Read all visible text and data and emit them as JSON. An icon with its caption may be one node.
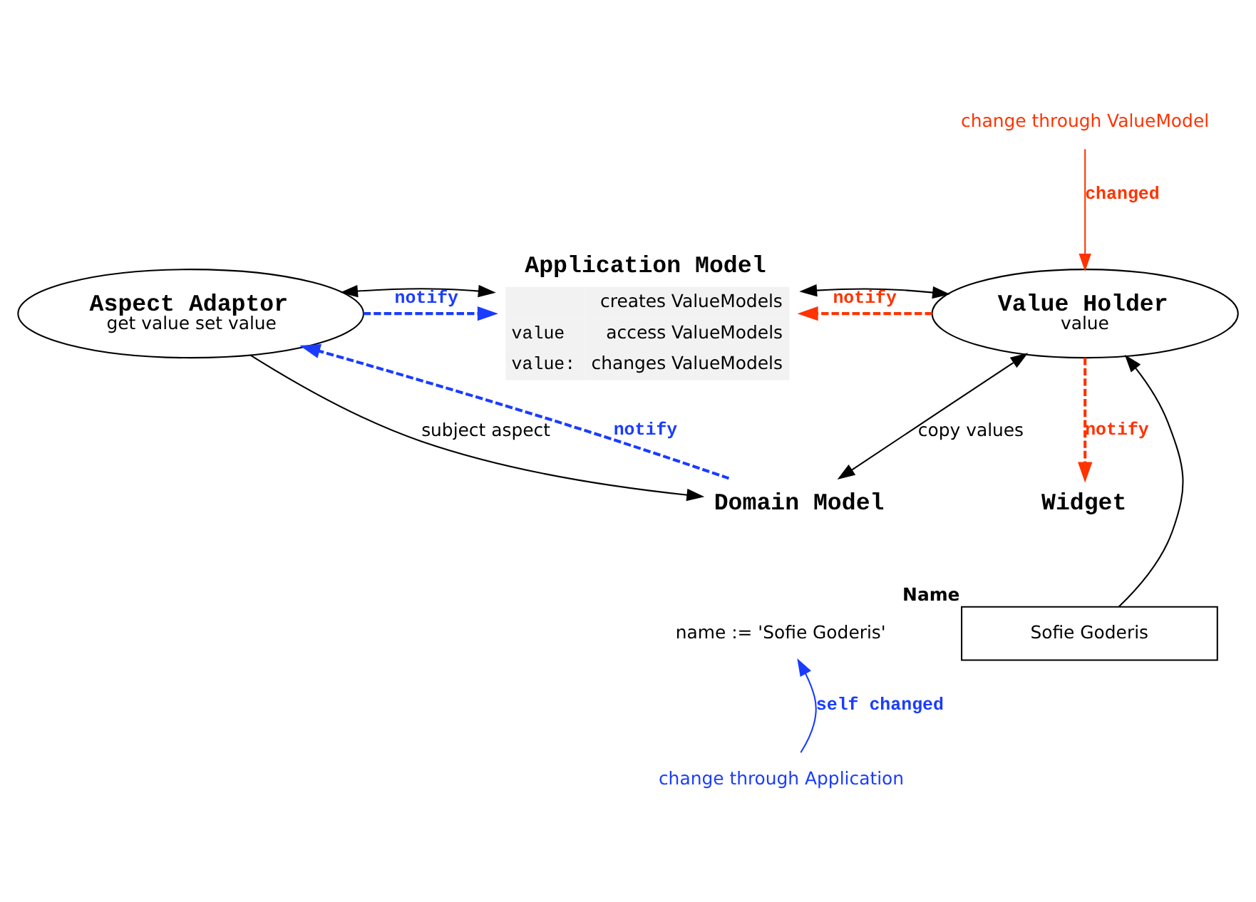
{
  "diagram": {
    "nodes": [
      {
        "text": [
          "Aspect Adaptor",
          "get value set value"
        ]
      },
      {
        "text": [
          "Application Model",
          "creates ValueModels",
          "value",
          "access ValueModels",
          "value:",
          "changes ValueModels"
        ]
      },
      {
        "text": [
          "Value Holder",
          "value"
        ]
      },
      {
        "text": [
          "change through ValueModel"
        ]
      },
      {
        "text": [
          "Domain Model"
        ]
      },
      {
        "text": [
          "name := 'Sofie Goderis'"
        ]
      },
      {
        "text": [
          "change through Application"
        ]
      },
      {
        "text": [
          "Widget"
        ]
      },
      {
        "text": [
          "Sofie Goderis"
        ],
        "beside": [
          "Name"
        ]
      }
    ],
    "edges": [
      {
        "from": 0,
        "to": 1,
        "arrow": "both"
      },
      {
        "from": 1,
        "to": 2,
        "arrow": "both"
      },
      {
        "from": 0,
        "to": 1,
        "arrow": "to",
        "label": "notify",
        "style": "dashed",
        "color": "#1a3cff"
      },
      {
        "from": 2,
        "to": 1,
        "arrow": "to",
        "label": "notify",
        "style": "dashed",
        "color": "#ff3300"
      },
      {
        "from": 2,
        "to": 7,
        "arrow": "to",
        "label": "notify",
        "style": "dashed",
        "color": "#ff3300"
      },
      {
        "from": 3,
        "to": 2,
        "arrow": "to",
        "label": "changed",
        "color": "#ff3300"
      },
      {
        "from": 0,
        "to": 4,
        "arrow": "to",
        "label": "subject aspect"
      },
      {
        "from": 4,
        "to": 0,
        "arrow": "to",
        "label": "notify",
        "style": "dashed",
        "color": "#1a3cff"
      },
      {
        "from": 2,
        "to": 4,
        "arrow": "both",
        "label": "copy values"
      },
      {
        "from": 8,
        "to": 2,
        "arrow": "to"
      },
      {
        "from": 6,
        "to": 5,
        "arrow": "to",
        "label": "self changed",
        "color": "#1a3cff"
      }
    ]
  }
}
